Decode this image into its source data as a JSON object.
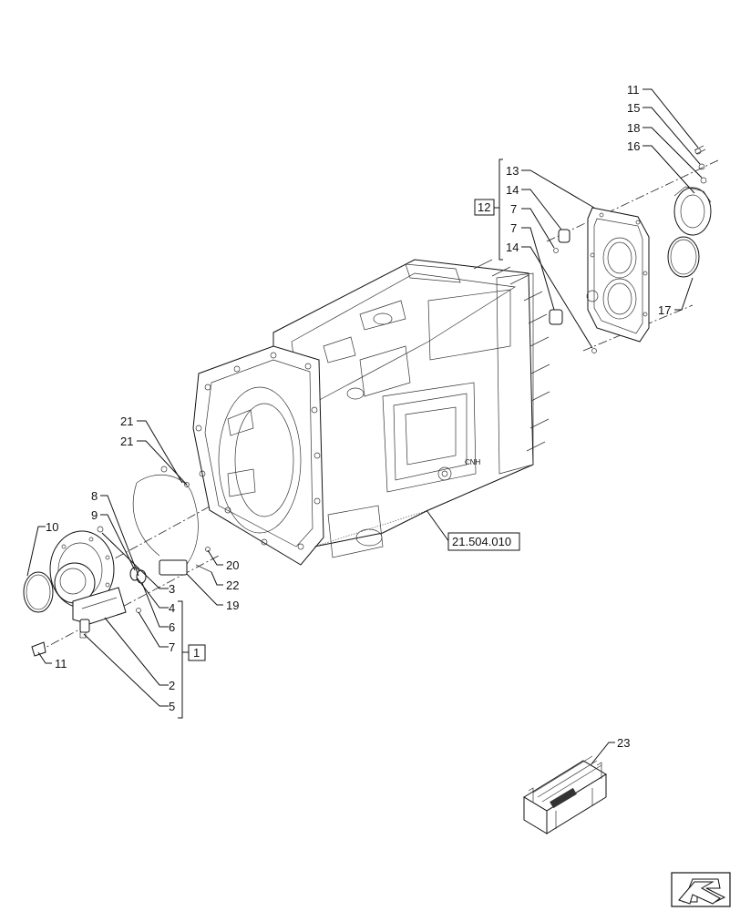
{
  "callouts": {
    "c11a": "11",
    "c15": "15",
    "c18": "18",
    "c16": "16",
    "c13": "13",
    "c14a": "14",
    "c7a": "7",
    "c7b": "7",
    "c14b": "14",
    "c12": "12",
    "c17": "17",
    "c21a": "21",
    "c21b": "21",
    "c8": "8",
    "c9": "9",
    "c10": "10",
    "c3": "3",
    "c4": "4",
    "c6": "6",
    "c7c": "7",
    "c2": "2",
    "c5": "5",
    "c1": "1",
    "c11b": "11",
    "c20": "20",
    "c22": "22",
    "c19": "19",
    "c23": "23",
    "ref": "21.504.010"
  },
  "icons": {
    "nav": "arrow-left-down-icon"
  }
}
